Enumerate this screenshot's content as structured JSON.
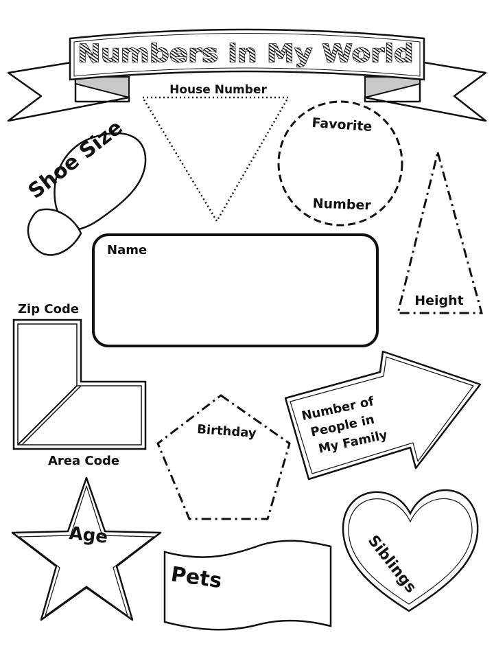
{
  "title": "Numbers in My World",
  "labels": {
    "house_number": "House Number",
    "shoe_size": "Shoe Size",
    "favorite": "Favorite",
    "number": "Number",
    "name": "Name",
    "height": "Height",
    "zip_code": "Zip Code",
    "area_code": "Area Code",
    "birthday": "Birthday",
    "family_line1": "Number of",
    "family_line2": "People in",
    "family_line3": "My Family",
    "age": "Age",
    "pets": "Pets",
    "siblings": "Siblings"
  },
  "colors": {
    "ink": "#111111",
    "ribbon_shade": "#c8c8c8",
    "paper": "#ffffff"
  }
}
